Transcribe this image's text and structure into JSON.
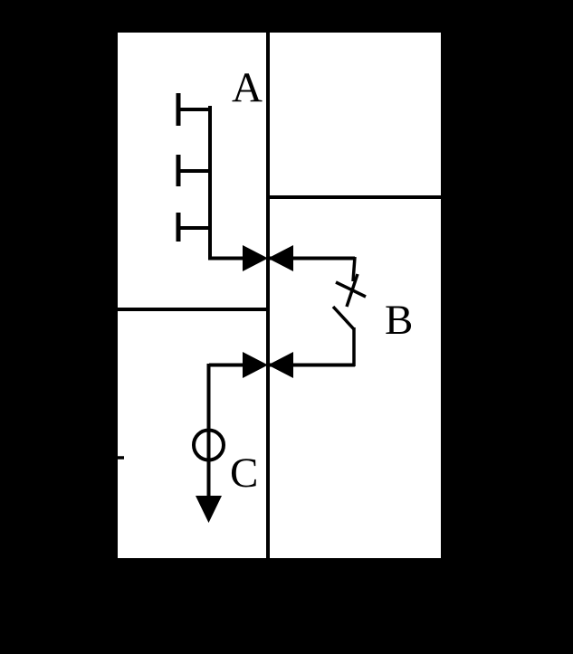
{
  "diagram": {
    "kind": "single-line-schematic",
    "labels": {
      "a": "A",
      "b": "B",
      "c": "C"
    },
    "colors": {
      "background": "#000000",
      "paper": "#ffffff",
      "ink": "#000000"
    },
    "symbols": [
      "vertical-busbar",
      "right-feeder-line",
      "left-feeder-line",
      "tee-terminal-top",
      "tee-terminal-middle",
      "tee-terminal-bottom",
      "bowtie-valve-top",
      "bowtie-valve-bottom",
      "x-break-mark",
      "switch-blade",
      "meter-circle",
      "down-arrow-load"
    ]
  }
}
